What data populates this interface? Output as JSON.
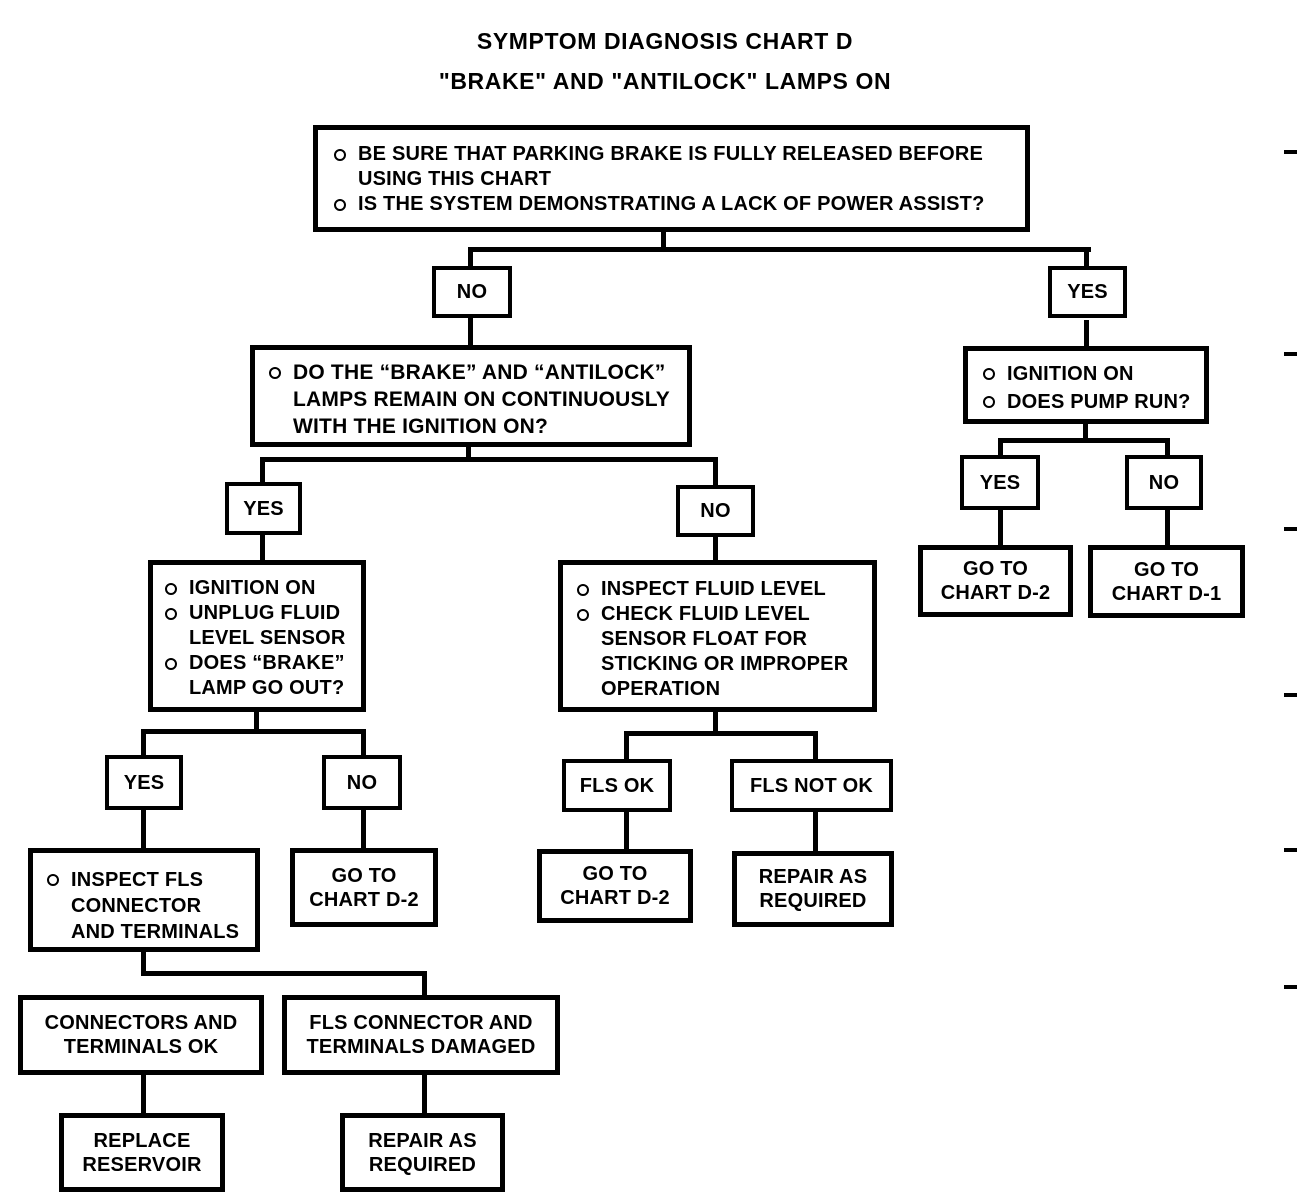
{
  "title": {
    "line1": "SYMPTOM DIAGNOSIS CHART D",
    "line2": "\"BRAKE\" AND \"ANTILOCK\" LAMPS ON"
  },
  "colors": {
    "ink": "#000000",
    "paper": "#ffffff"
  },
  "nodes": {
    "precheck": {
      "items": [
        "BE SURE THAT PARKING BRAKE IS FULLY RELEASED BEFORE\nUSING THIS CHART",
        "IS THE SYSTEM DEMONSTRATING A LACK OF POWER ASSIST?"
      ]
    },
    "no_power_assist": {
      "label": "NO"
    },
    "yes_power_assist": {
      "label": "YES"
    },
    "lamps_question": {
      "items": [
        "DO THE “BRAKE” AND “ANTILOCK”\nLAMPS REMAIN ON CONTINUOUSLY\nWITH THE IGNITION ON?"
      ]
    },
    "pump_check": {
      "items": [
        "IGNITION ON",
        "DOES PUMP RUN?"
      ]
    },
    "yes_lamps_on": {
      "label": "YES"
    },
    "no_lamps_on": {
      "label": "NO"
    },
    "yes_pump_runs": {
      "label": "YES"
    },
    "no_pump_runs": {
      "label": "NO"
    },
    "goto_d2_right": {
      "label": "GO TO\nCHART D-2"
    },
    "goto_d1": {
      "label": "GO TO\nCHART D-1"
    },
    "unplug_sensor": {
      "items": [
        "IGNITION ON",
        "UNPLUG FLUID\nLEVEL SENSOR",
        "DOES “BRAKE”\nLAMP GO OUT?"
      ]
    },
    "inspect_fluid": {
      "items": [
        "INSPECT FLUID LEVEL",
        "CHECK FLUID LEVEL\nSENSOR FLOAT FOR\nSTICKING OR IMPROPER\nOPERATION"
      ]
    },
    "yes_lamp_out": {
      "label": "YES"
    },
    "no_lamp_out": {
      "label": "NO"
    },
    "fls_ok": {
      "label": "FLS OK"
    },
    "fls_not_ok": {
      "label": "FLS NOT OK"
    },
    "inspect_fls": {
      "items": [
        "INSPECT FLS\nCONNECTOR\nAND TERMINALS"
      ]
    },
    "goto_d2_left": {
      "label": "GO TO\nCHART D-2"
    },
    "goto_d2_mid": {
      "label": "GO TO\nCHART D-2"
    },
    "repair_mid": {
      "label": "REPAIR AS\nREQUIRED"
    },
    "connectors_ok": {
      "label": "CONNECTORS AND\nTERMINALS OK"
    },
    "fls_damaged": {
      "label": "FLS CONNECTOR AND\nTERMINALS DAMAGED"
    },
    "replace_reservoir": {
      "label": "REPLACE\nRESERVOIR"
    },
    "repair_bottom": {
      "label": "REPAIR AS\nREQUIRED"
    }
  }
}
